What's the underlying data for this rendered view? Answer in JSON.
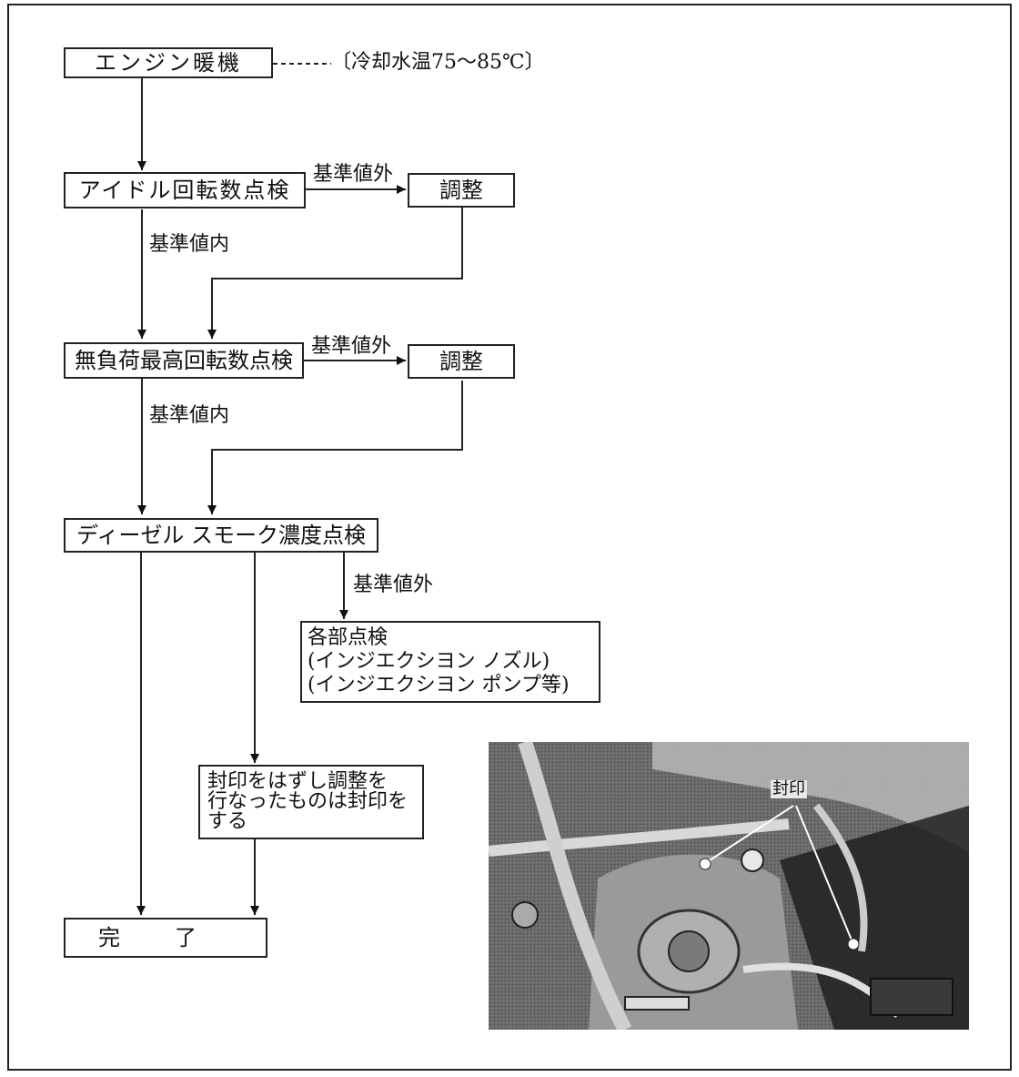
{
  "nodes": {
    "warmup": "エンジン暖機",
    "warmup_note": "〔冷却水温75～85℃〕",
    "idle_check": "アイドル回転数点検",
    "adjust1": "調整",
    "max_check": "無負荷最高回転数点検",
    "adjust2": "調整",
    "smoke_check": "ディーゼル スモーク濃度点検",
    "parts_check": {
      "title": "各部点検",
      "line1": "インジエクシヨン ノズル",
      "line2": "インジエクシヨン ポンプ等"
    },
    "seal_note": {
      "line1": "封印をはずし調整を",
      "line2": "行なったものは封印を",
      "line3": "する"
    },
    "complete": "完　　了"
  },
  "edge_labels": {
    "out_of_spec_1": "基準値外",
    "in_spec_1": "基準値内",
    "out_of_spec_2": "基準値外",
    "in_spec_2": "基準値内",
    "out_of_spec_3": "基準値外"
  },
  "photo": {
    "seal_label": "封印"
  }
}
